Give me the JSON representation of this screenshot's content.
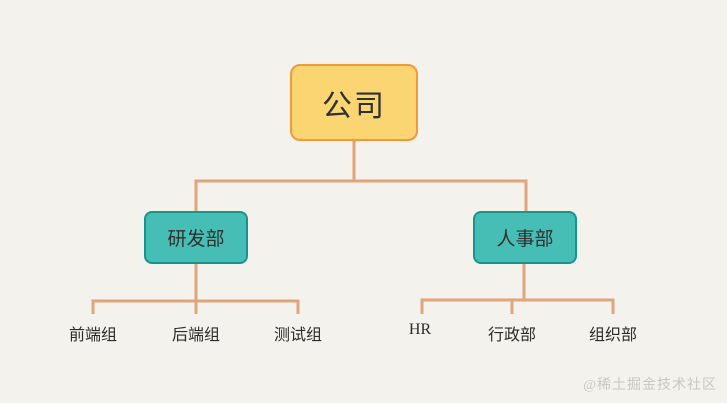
{
  "diagram_type": "org-chart",
  "colors": {
    "background": "#F3F2ED",
    "connector": "#E2A47B",
    "root_fill": "#FCD573",
    "root_border": "#EF9B3D",
    "dept_fill": "#46BEB6",
    "dept_border": "#17948C",
    "node_text": "#2F3030",
    "leaf_text": "#2B2B2B",
    "watermark_text": "#C9C7C1"
  },
  "tree": {
    "root": {
      "label": "公司"
    },
    "departments": [
      {
        "label": "研发部",
        "children": [
          "前端组",
          "后端组",
          "测试组"
        ]
      },
      {
        "label": "人事部",
        "children": [
          "HR",
          "行政部",
          "组织部"
        ]
      }
    ]
  },
  "watermark": {
    "text": "@稀土掘金技术社区"
  }
}
